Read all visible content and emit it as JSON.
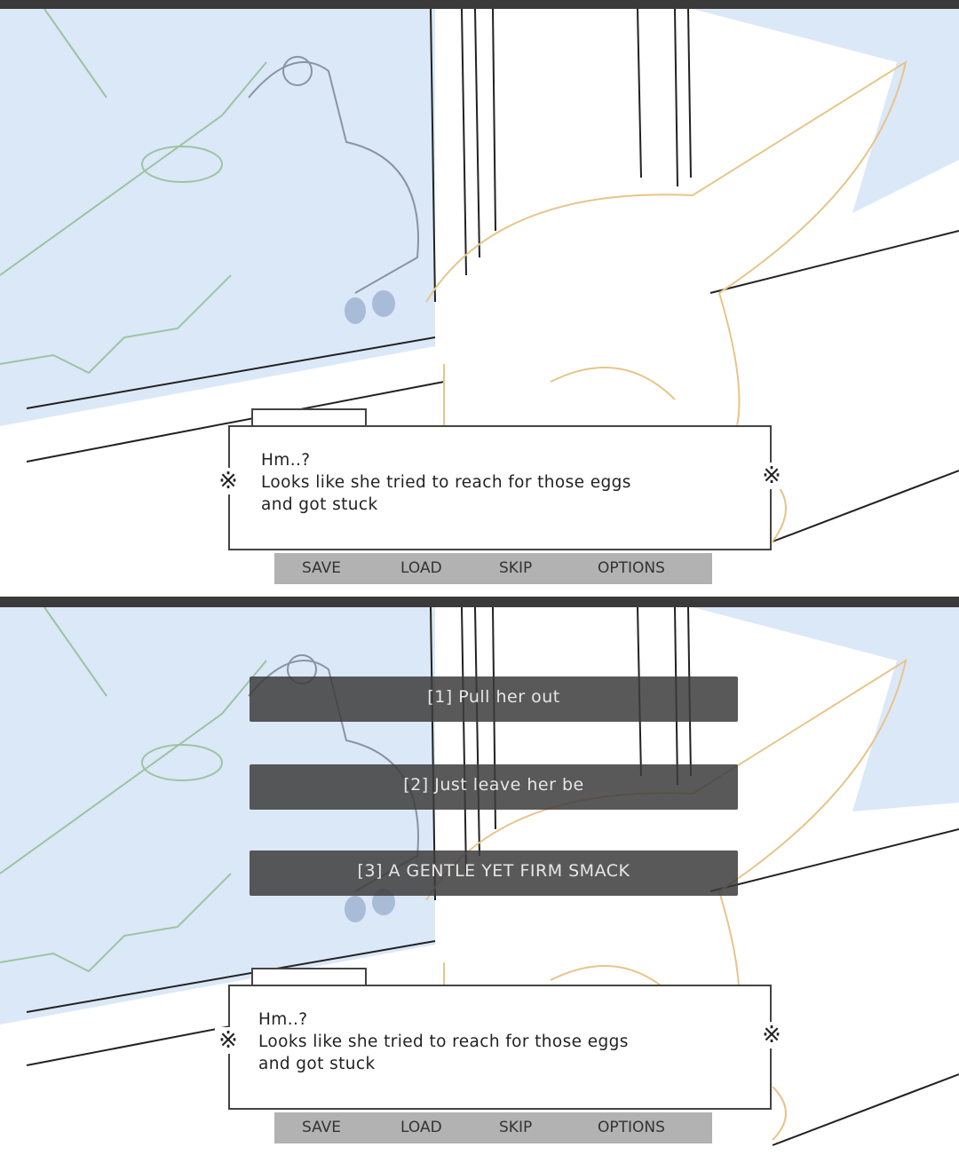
{
  "dialogue": {
    "lines": [
      "Hm..?",
      "Looks like she tried to reach for those eggs",
      "and got stuck"
    ],
    "ornament": "※"
  },
  "quick_menu": {
    "save": "SAVE",
    "load": "LOAD",
    "skip": "SKIP",
    "options": "OPTIONS"
  },
  "choices": [
    "[1] Pull her out",
    "[2] Just leave her be",
    "[3] A GENTLE YET FIRM SMACK"
  ],
  "colors": {
    "sky": "#dbe8f8",
    "sketch_orange": "#e8c48a",
    "sketch_green": "#9cc4a0",
    "sketch_grey": "#8a93a3"
  }
}
